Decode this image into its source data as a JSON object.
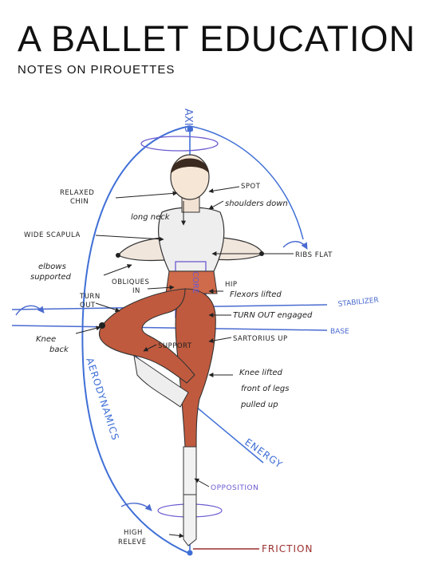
{
  "header": {
    "title": "A BALLET EDUCATION",
    "subtitle": "NOTES ON PIROUETTES"
  },
  "colors": {
    "blue_line": "#3f6fd6",
    "purple_label": "#6a5bd0",
    "leg_red": "#b8553a",
    "friction_red": "#9a2f2f"
  },
  "labels": {
    "axis": "AXIS",
    "spot": "SPOT",
    "relaxed_chin": [
      "RELAXED",
      "CHIN"
    ],
    "shoulders_down": "shoulders down",
    "long_neck": "long neck",
    "wide_scapula": "WIDE SCAPULA",
    "ribs_flat": "RIBS FLAT",
    "elbows_supported": [
      "elbows",
      "supported"
    ],
    "obliques_in": [
      "OBLIQUES",
      "IN"
    ],
    "core": "CORE",
    "hip_flexors": [
      "HIP",
      "Flexors lifted"
    ],
    "turn_out_left": [
      "TURN",
      "OUT"
    ],
    "turn_out_engaged": "TURN OUT engaged",
    "stabilizer": "STABILIZER",
    "base": "BASE",
    "knee_back": [
      "Knee",
      "back"
    ],
    "support": "SUPPORT",
    "sartorius_up": "SARTORIUS UP",
    "knee_lifted": [
      "Knee lifted",
      "front of legs",
      "pulled up"
    ],
    "aerodynamics": "AERODYNAMICS",
    "energy": "ENERGY",
    "opposition": "OPPOSITION",
    "high_releve": [
      "HIGH",
      "RELEVÉ"
    ],
    "friction": "FRICTION"
  }
}
